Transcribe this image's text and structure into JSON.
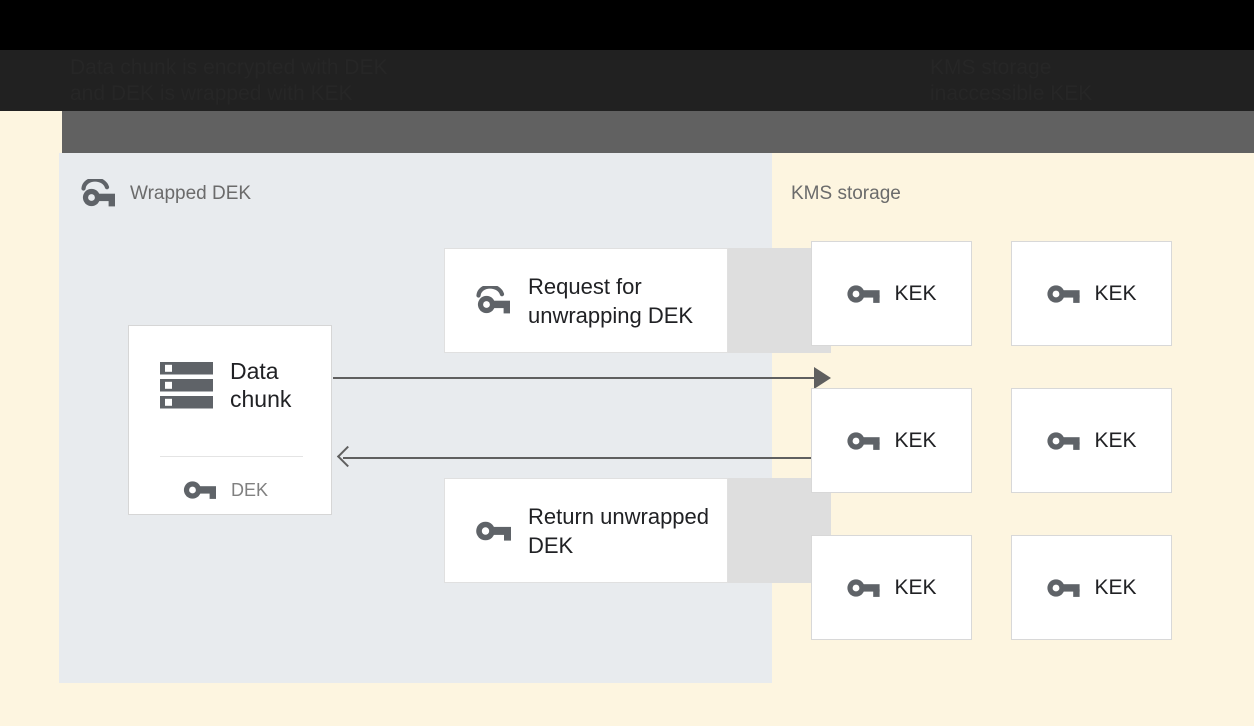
{
  "header": {
    "title_line_1": "Data chunk is encrypted with DEK",
    "title_line_2": "and DEK is wrapped with KEK",
    "right_line_1": "KMS storage",
    "right_line_2": "inaccessible KEK"
  },
  "left_panel": {
    "title": "Wrapped DEK",
    "title_icon": "wrapped-key-icon",
    "data_card": {
      "icon": "storage-chunks-icon",
      "label": "Data chunk",
      "key_icon": "key-icon",
      "key_label": "DEK"
    },
    "messages": [
      {
        "id": "request",
        "icon": "wrapped-key-icon",
        "label": "Request for unwrapping DEK"
      },
      {
        "id": "return",
        "icon": "key-icon",
        "label": "Return unwrapped DEK"
      }
    ],
    "arrows": [
      {
        "id": "to-kms",
        "direction": "right"
      },
      {
        "id": "from-kms",
        "direction": "left"
      }
    ]
  },
  "right_panel": {
    "title": "KMS storage",
    "keks": [
      {
        "icon": "key-icon",
        "label": "KEK"
      },
      {
        "icon": "key-icon",
        "label": "KEK"
      },
      {
        "icon": "key-icon",
        "label": "KEK"
      },
      {
        "icon": "key-icon",
        "label": "KEK"
      },
      {
        "icon": "key-icon",
        "label": "KEK"
      },
      {
        "icon": "key-icon",
        "label": "KEK"
      }
    ]
  },
  "colors": {
    "background": "#fdf5e0",
    "panel": "#e8ebee",
    "card": "#ffffff",
    "card_shadow": "#dedede",
    "icon": "#5f6368",
    "text_muted": "#6b6b6b",
    "text": "#202124",
    "arrow": "#5f5f5f",
    "chrome_dark": "#212121",
    "chrome_grey": "#616161"
  }
}
